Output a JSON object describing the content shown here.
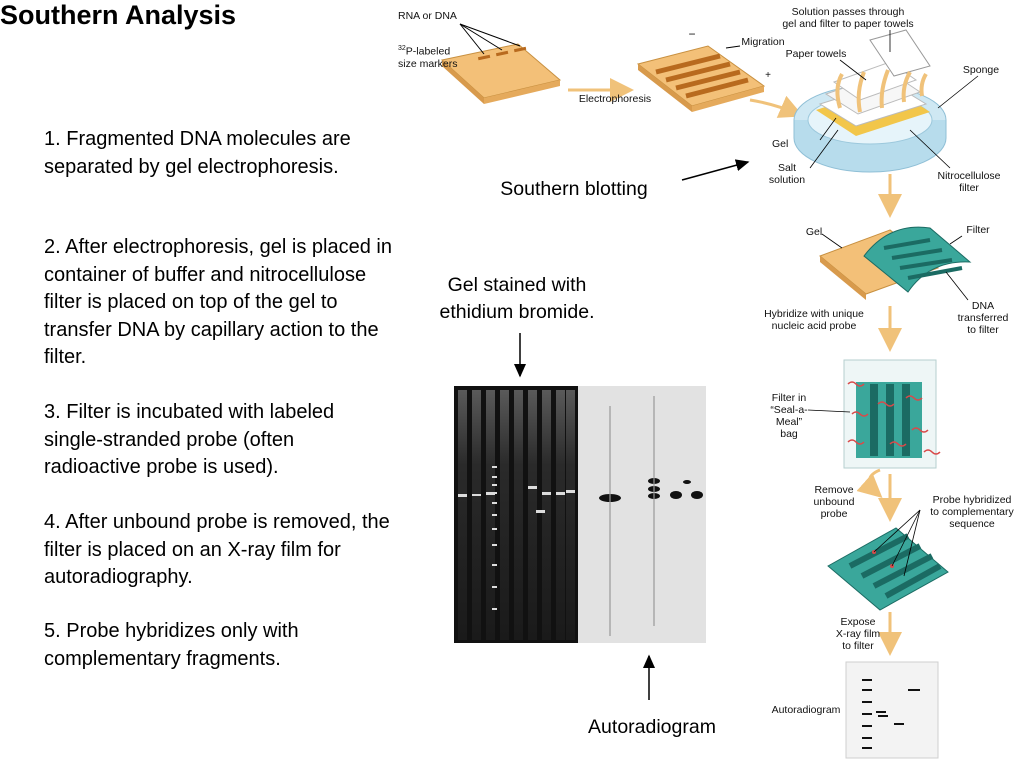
{
  "slide": {
    "title": "Southern Analysis",
    "steps": [
      "1. Fragmented DNA molecules are separated by gel electrophoresis.",
      "2. After electrophoresis, gel is placed in container of buffer and nitrocellulose filter is placed on top of the gel to transfer DNA by capillary action to the filter.",
      "3. Filter is incubated with labeled single-stranded probe (often radioactive probe is used).",
      "4. After unbound probe is removed, the filter is placed on an X-ray film for autoradiography.",
      "5. Probe hybridizes only with complementary fragments."
    ],
    "callouts": {
      "southern_blotting": "Southern blotting",
      "gel_stained": "Gel stained with ethidium bromide.",
      "autoradiogram": "Autoradiogram"
    }
  },
  "diagram": {
    "rna_dna": "RNA or DNA",
    "p_sup": "32",
    "p_labeled_rest": "P-labeled",
    "size_markers": "size markers",
    "electrophoresis": "Electrophoresis",
    "migration": "Migration",
    "minus": "−",
    "plus": "+",
    "solution_passes_1": "Solution passes through",
    "solution_passes_2": "gel and filter to paper towels",
    "paper_towels": "Paper towels",
    "sponge": "Sponge",
    "gel": "Gel",
    "salt_solution_1": "Salt",
    "salt_solution_2": "solution",
    "nitro_1": "Nitrocellulose",
    "nitro_2": "filter",
    "gel2": "Gel",
    "filter": "Filter",
    "dna_transferred_1": "DNA",
    "dna_transferred_2": "transferred",
    "dna_transferred_3": "to filter",
    "hybridize_1": "Hybridize with unique",
    "hybridize_2": "nucleic acid probe",
    "filter_in_1": "Filter in",
    "filter_in_2": "“Seal-a-Meal”",
    "filter_in_3": "bag",
    "remove_1": "Remove",
    "remove_2": "unbound",
    "remove_3": "probe",
    "probe_hyb_1": "Probe hybridized",
    "probe_hyb_2": "to complementary",
    "probe_hyb_3": "sequence",
    "expose_1": "Expose",
    "expose_2": "X-ray film",
    "expose_3": "to filter",
    "autoradiogram_small": "Autoradiogram"
  },
  "colors": {
    "gel": "#f3c078",
    "gel_band": "#b86a1e",
    "filter": "#3aa79b",
    "filter_dark": "#1b6b63",
    "tray": "#cfe8f3",
    "arrow": "#f0c27a"
  }
}
